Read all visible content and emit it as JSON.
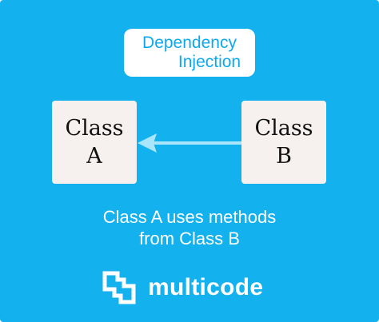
{
  "title": {
    "line1": "Dependency",
    "line2": "Injection"
  },
  "nodes": {
    "class_a": {
      "line1": "Class",
      "line2": "A"
    },
    "class_b": {
      "line1": "Class",
      "line2": "B"
    }
  },
  "edge": {
    "from": "Class B",
    "to": "Class A"
  },
  "caption": {
    "line1": "Class A uses methods",
    "line2": "from Class B"
  },
  "brand": {
    "name": "multicode",
    "logo_icon": "multicode-logo-icon"
  },
  "colors": {
    "background": "#14b1ef",
    "box_fill": "#f6f1ef",
    "arrow": "#a9e5fb",
    "title_text": "#0ea9ec",
    "caption_text": "#ffffff"
  }
}
